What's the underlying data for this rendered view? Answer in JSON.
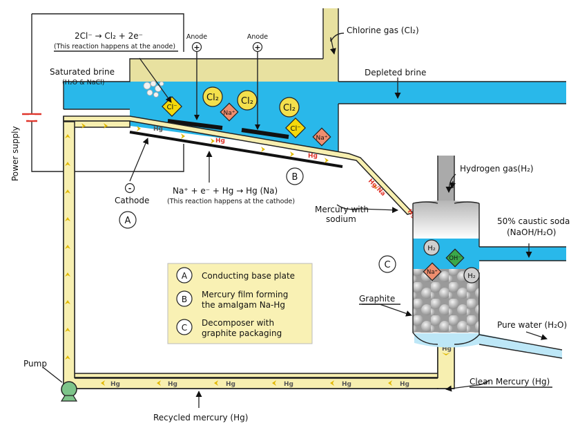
{
  "labels": {
    "anode_reaction": "2Cl⁻ → Cl₂ + 2e⁻",
    "anode_reaction_note": "(This reaction happens at the anode)",
    "anode1": "Anode",
    "anode2": "Anode",
    "chlorine_gas": "Chlorine gas (Cl₂)",
    "saturated_brine": "Saturated brine",
    "saturated_brine_sub": "(H₂O & NaCl)",
    "depleted_brine": "Depleted brine",
    "power_supply": "Power supply",
    "cathode": "Cathode",
    "cathode_reaction": "Na⁺ + e⁻ + Hg → Hg (Na)",
    "cathode_reaction_note": "(This reaction happens at the cathode)",
    "mercury_with_sodium_1": "Mercury with",
    "mercury_with_sodium_2": "sodium",
    "hydrogen_gas": "Hydrogen gas(H₂)",
    "caustic_soda_1": "50% caustic soda",
    "caustic_soda_2": "(NaOH/H₂O)",
    "graphite": "Graphite",
    "pure_water": "Pure water (H₂O)",
    "clean_mercury": "Clean Mercury (Hg)",
    "pump": "Pump",
    "recycled_mercury": "Recycled mercury (Hg)",
    "marker_a": "A",
    "marker_b": "B",
    "marker_c": "C"
  },
  "ions": {
    "cl2": "Cl₂",
    "cl_minus": "Cl⁻",
    "na_plus": "Na⁺",
    "h2": "H₂",
    "oh_minus": "OH⁻",
    "hg": "Hg",
    "hg_na": "Hg/Na"
  },
  "legend": [
    {
      "key": "A",
      "lines": [
        "Conducting base plate"
      ]
    },
    {
      "key": "B",
      "lines": [
        "Mercury film forming",
        "the amalgam Na-Hg"
      ]
    },
    {
      "key": "C",
      "lines": [
        "Decomposer with",
        "graphite packaging"
      ]
    }
  ],
  "colors": {
    "brine": "#29b8ea",
    "pipe": "#f7efb0",
    "gas": "#e8e1a0",
    "chlorine_yellow": "#f3e04c",
    "cl_minus": "#f5d90b",
    "na_plus": "#ee8e6f",
    "oh_minus": "#3aa84a",
    "h2": "#cfcfcf",
    "hydrogen_gray": "#aaaaaa",
    "legend_bg": "#f9f1b4",
    "red": "#e0352b",
    "pump": "#7dc48a"
  },
  "icons": {
    "battery": "battery-icon",
    "pump": "pump-icon",
    "anode": "plus-terminal-icon",
    "cathode": "minus-terminal-icon"
  }
}
